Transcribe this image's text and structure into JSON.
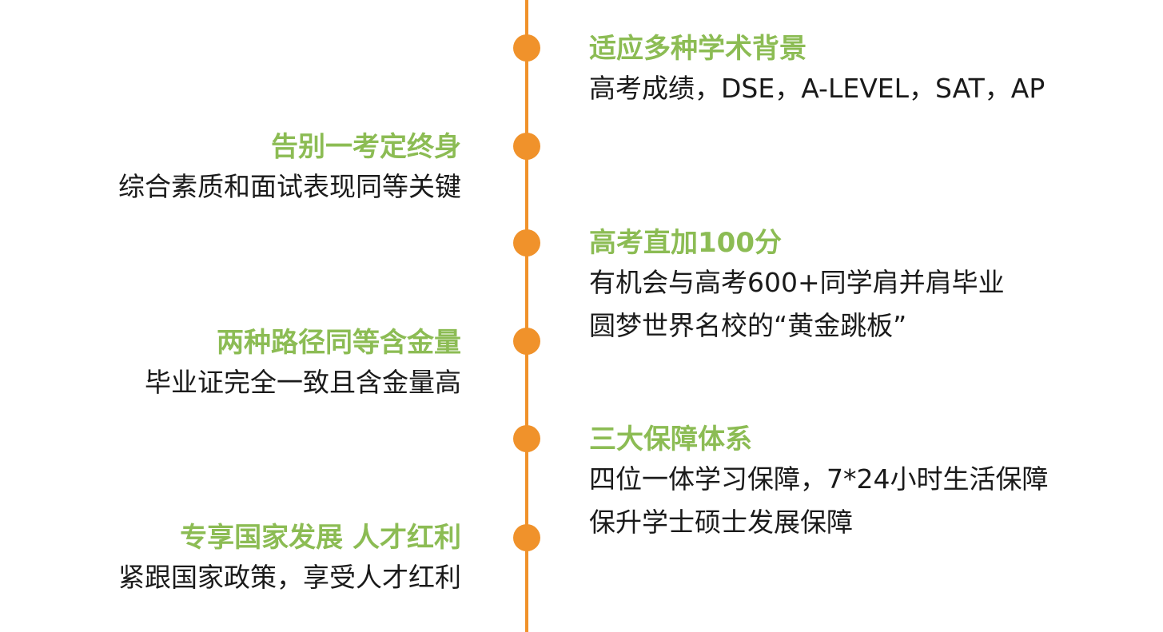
{
  "colors": {
    "timeline": "#f0922b",
    "title": "#8cbc54",
    "text": "#1a1a1a"
  },
  "items": [
    {
      "side": "right",
      "title": "适应多种学术背景",
      "lines": [
        "高考成绩，DSE，A-LEVEL，SAT，AP"
      ]
    },
    {
      "side": "left",
      "title": "告别一考定终身",
      "lines": [
        "综合素质和面试表现同等关键"
      ]
    },
    {
      "side": "right",
      "title": "高考直加100分",
      "lines": [
        "有机会与高考600+同学肩并肩毕业",
        "圆梦世界名校的“黄金跳板”"
      ]
    },
    {
      "side": "left",
      "title": "两种路径同等含金量",
      "lines": [
        "毕业证完全一致且含金量高"
      ]
    },
    {
      "side": "right",
      "title": "三大保障体系",
      "lines": [
        "四位一体学习保障，7*24小时生活保障",
        "保升学士硕士发展保障"
      ]
    },
    {
      "side": "left",
      "title": "专享国家发展 人才红利",
      "lines": [
        "紧跟国家政策，享受人才红利"
      ]
    }
  ]
}
